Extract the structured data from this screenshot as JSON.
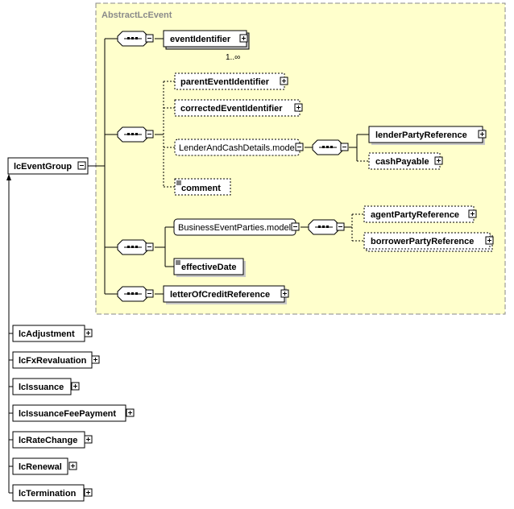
{
  "group": {
    "title": "AbstractLcEvent",
    "root": "lcEventGroup"
  },
  "elements": {
    "eventIdentifier": "eventIdentifier",
    "cardinality": "1..∞",
    "parentEventIdentifier": "parentEventIdentifier",
    "correctedEventIdentifier": "correctedEventIdentifier",
    "lenderAndCashDetails": "LenderAndCashDetails.model",
    "lenderPartyReference": "lenderPartyReference",
    "cashPayable": "cashPayable",
    "comment": "comment",
    "businessEventParties": "BusinessEventParties.model",
    "agentPartyReference": "agentPartyReference",
    "borrowerPartyReference": "borrowerPartyReference",
    "effectiveDate": "effectiveDate",
    "letterOfCreditReference": "letterOfCreditReference"
  },
  "derived_types": [
    "lcAdjustment",
    "lcFxRevaluation",
    "lcIssuance",
    "lcIssuanceFeePayment",
    "lcRateChange",
    "lcRenewal",
    "lcTermination"
  ],
  "colors": {
    "group_fill": "#ffffcc",
    "group_border": "#8a8a8a",
    "box_border": "#000000",
    "shadow": "#c8c8c8"
  },
  "icons": [
    "expand-plus-icon",
    "collapse-minus-icon",
    "sequence-compositor-icon",
    "annotation-doc-icon",
    "extension-arrow-icon"
  ]
}
